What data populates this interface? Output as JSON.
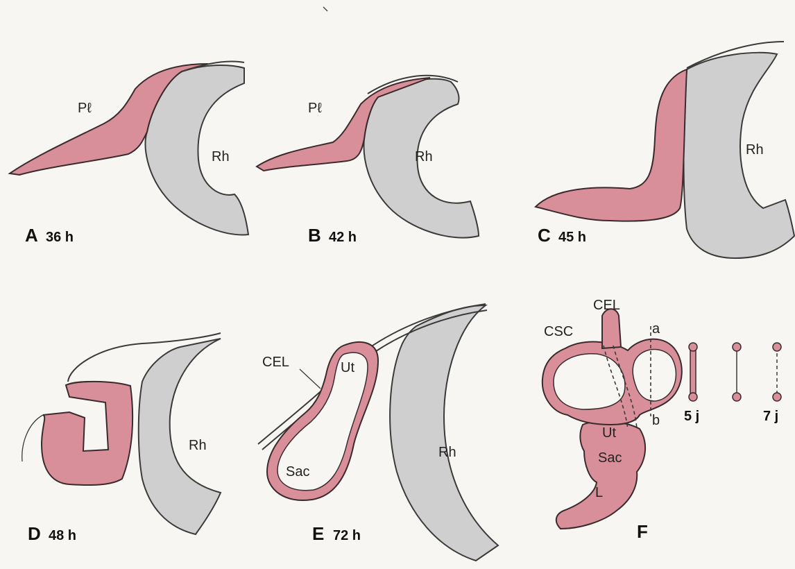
{
  "panels": [
    {
      "letter": "A",
      "time": "36 h",
      "labels": {
        "pl": "Pℓ",
        "rh": "Rh"
      }
    },
    {
      "letter": "B",
      "time": "42 h",
      "labels": {
        "pl": "Pℓ",
        "rh": "Rh"
      }
    },
    {
      "letter": "C",
      "time": "45 h",
      "labels": {
        "rh": "Rh"
      }
    },
    {
      "letter": "D",
      "time": "48 h",
      "labels": {
        "rh": "Rh"
      }
    },
    {
      "letter": "E",
      "time": "72 h",
      "labels": {
        "cel": "CEL",
        "ut": "Ut",
        "sac": "Sac",
        "rh": "Rh"
      }
    },
    {
      "letter": "F",
      "labels": {
        "csc": "CSC",
        "cel": "CEL",
        "a": "a",
        "b": "b",
        "ut": "Ut",
        "sac": "Sac",
        "l": "L",
        "d5": "5 j",
        "d7": "7 j"
      }
    }
  ],
  "colors": {
    "otic": "#d98f99",
    "neural": "#cfcfcf",
    "outline": "#3a3a3a",
    "background": "#f7f6f3"
  }
}
